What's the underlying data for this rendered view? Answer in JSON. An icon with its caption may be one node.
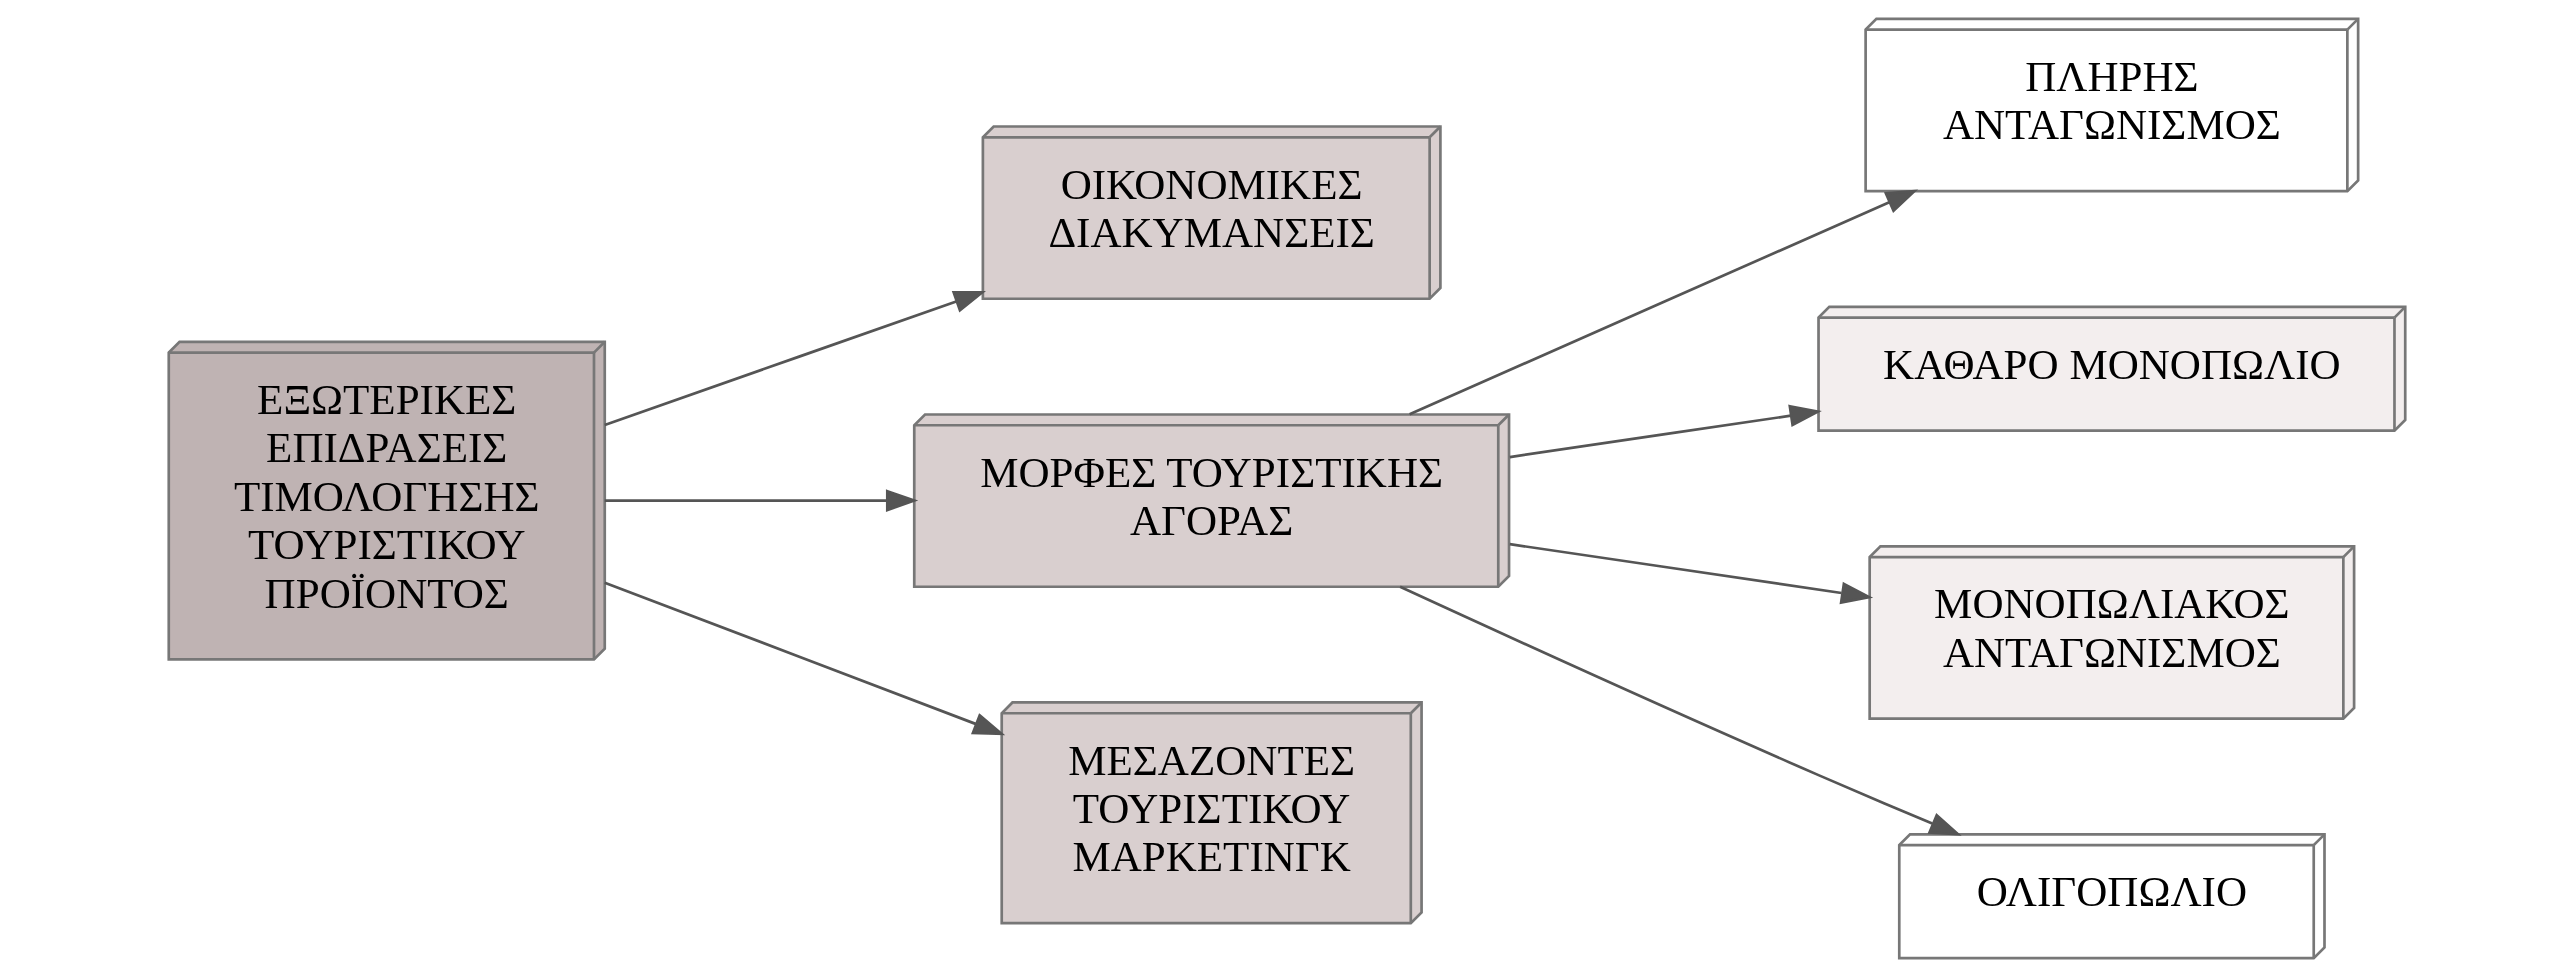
{
  "diagram": {
    "nodes": [
      {
        "text": [
          "ΕΞΩΤΕΡΙΚΕΣ ΕΠΙΔΡΑΣΕΙΣ ΤΙΜΟΛΟΓΗΣΗΣ ΤΟΥΡΙΣΤΙΚΟΥ ΠΡΟΪΟΝΤΟΣ"
        ]
      },
      {
        "text": [
          "ΟΙΚΟΝΟΜΙΚΕΣ ΔΙΑΚΥΜΑΝΣΕΙΣ"
        ]
      },
      {
        "text": [
          "ΜΟΡΦΕΣ ΤΟΥΡΙΣΤΙΚΗΣ ΑΓΟΡΑΣ"
        ]
      },
      {
        "text": [
          "ΜΕΣΑΖΟΝΤΕΣ ΤΟΥΡΙΣΤΙΚΟΥ ΜΑΡΚΕΤΙΝΓΚ"
        ]
      },
      {
        "text": [
          "ΠΛΗΡΗΣ ΑΝΤΑΓΩΝΙΣΜΟΣ"
        ]
      },
      {
        "text": [
          "ΚΑΘΑΡΟ ΜΟΝΟΠΩΛΙΟ"
        ]
      },
      {
        "text": [
          "ΜΟΝΟΠΩΛΙΑΚΟΣ ΑΝΤΑΓΩΝΙΣΜΟΣ"
        ]
      },
      {
        "text": [
          "ΟΛΙΓΟΠΩΛΙΟ"
        ]
      }
    ],
    "edges": [
      {
        "from": 0,
        "to": 1,
        "arrow": "to"
      },
      {
        "from": 0,
        "to": 2,
        "arrow": "to"
      },
      {
        "from": 0,
        "to": 3,
        "arrow": "to"
      },
      {
        "from": 2,
        "to": 4,
        "arrow": "to"
      },
      {
        "from": 2,
        "to": 5,
        "arrow": "to"
      },
      {
        "from": 2,
        "to": 6,
        "arrow": "to"
      },
      {
        "from": 2,
        "to": 7,
        "arrow": "to"
      }
    ]
  }
}
